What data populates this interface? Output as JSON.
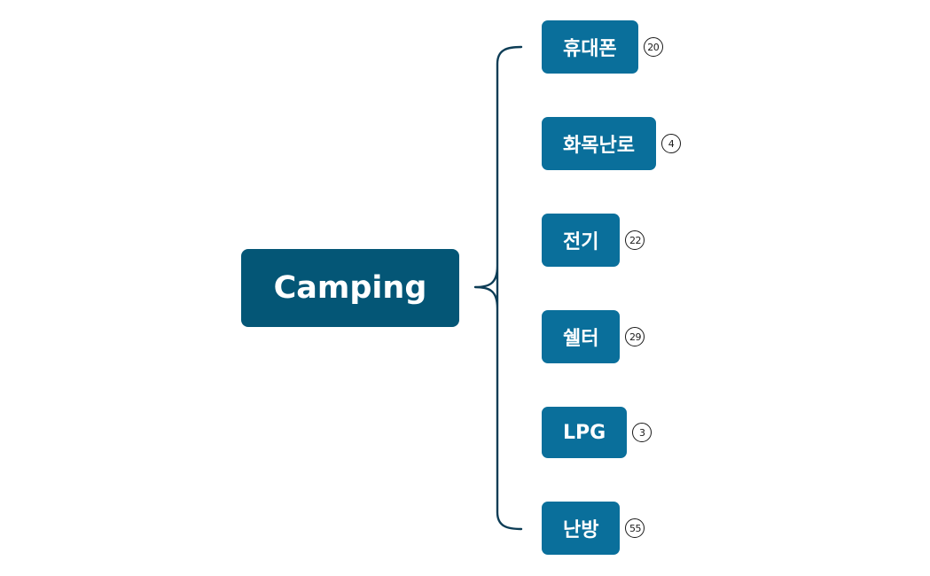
{
  "root": {
    "label": "Camping"
  },
  "branches": [
    {
      "label": "휴대폰",
      "count": "20"
    },
    {
      "label": "화목난로",
      "count": "4"
    },
    {
      "label": "전기",
      "count": "22"
    },
    {
      "label": "쉘터",
      "count": "29"
    },
    {
      "label": "LPG",
      "count": "3"
    },
    {
      "label": "난방",
      "count": "55"
    }
  ],
  "colors": {
    "root_fill": "#045676",
    "branch_fill": "#0a6f9b",
    "connector": "#0d3d56",
    "badge_stroke": "#1a1a1a"
  }
}
